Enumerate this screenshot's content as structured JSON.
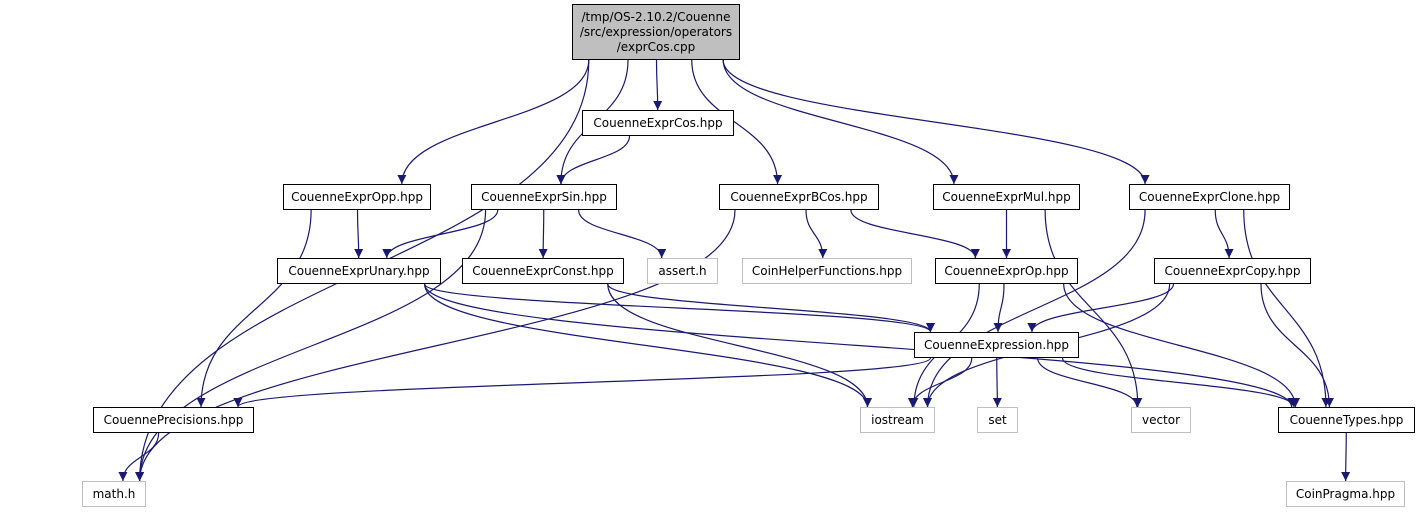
{
  "colors": {
    "edge": "#191970",
    "root_fill": "#bfbfbf",
    "node_border": "#000000",
    "external_border": "#bfbfbf",
    "background": "#ffffff"
  },
  "nodes": {
    "root": {
      "label": "/tmp/OS-2.10.2/Couenne\n/src/expression/operators\n/exprCos.cpp"
    },
    "exprcos_hpp": {
      "label": "CouenneExprCos.hpp"
    },
    "expropp_hpp": {
      "label": "CouenneExprOpp.hpp"
    },
    "exprsin_hpp": {
      "label": "CouenneExprSin.hpp"
    },
    "exprbcos_hpp": {
      "label": "CouenneExprBCos.hpp"
    },
    "exprmul_hpp": {
      "label": "CouenneExprMul.hpp"
    },
    "exprclone_hpp": {
      "label": "CouenneExprClone.hpp"
    },
    "exprunary_hpp": {
      "label": "CouenneExprUnary.hpp"
    },
    "exprconst_hpp": {
      "label": "CouenneExprConst.hpp"
    },
    "assert_h": {
      "label": "assert.h"
    },
    "coinhelper_hpp": {
      "label": "CoinHelperFunctions.hpp"
    },
    "exprop_hpp": {
      "label": "CouenneExprOp.hpp"
    },
    "exprcopy_hpp": {
      "label": "CouenneExprCopy.hpp"
    },
    "expression_hpp": {
      "label": "CouenneExpression.hpp"
    },
    "precisions_hpp": {
      "label": "CouennePrecisions.hpp"
    },
    "iostream": {
      "label": "iostream"
    },
    "set": {
      "label": "set"
    },
    "vector": {
      "label": "vector"
    },
    "types_hpp": {
      "label": "CouenneTypes.hpp"
    },
    "math_h": {
      "label": "math.h"
    },
    "coinpragma_hpp": {
      "label": "CoinPragma.hpp"
    }
  },
  "edges": [
    [
      "root",
      "math_h"
    ],
    [
      "root",
      "expropp_hpp"
    ],
    [
      "root",
      "exprsin_hpp"
    ],
    [
      "root",
      "exprcos_hpp"
    ],
    [
      "root",
      "exprbcos_hpp"
    ],
    [
      "root",
      "exprmul_hpp"
    ],
    [
      "root",
      "exprclone_hpp"
    ],
    [
      "exprcos_hpp",
      "exprsin_hpp"
    ],
    [
      "expropp_hpp",
      "exprunary_hpp"
    ],
    [
      "expropp_hpp",
      "precisions_hpp"
    ],
    [
      "exprsin_hpp",
      "exprunary_hpp"
    ],
    [
      "exprsin_hpp",
      "exprconst_hpp"
    ],
    [
      "exprsin_hpp",
      "assert_h"
    ],
    [
      "exprsin_hpp",
      "math_h"
    ],
    [
      "exprbcos_hpp",
      "coinhelper_hpp"
    ],
    [
      "exprbcos_hpp",
      "exprop_hpp"
    ],
    [
      "exprbcos_hpp",
      "math_h"
    ],
    [
      "exprmul_hpp",
      "exprop_hpp"
    ],
    [
      "exprmul_hpp",
      "vector"
    ],
    [
      "exprclone_hpp",
      "exprcopy_hpp"
    ],
    [
      "exprclone_hpp",
      "iostream"
    ],
    [
      "exprclone_hpp",
      "types_hpp"
    ],
    [
      "exprunary_hpp",
      "iostream"
    ],
    [
      "exprunary_hpp",
      "expression_hpp"
    ],
    [
      "exprunary_hpp",
      "types_hpp"
    ],
    [
      "exprconst_hpp",
      "expression_hpp"
    ],
    [
      "exprconst_hpp",
      "iostream"
    ],
    [
      "exprop_hpp",
      "expression_hpp"
    ],
    [
      "exprop_hpp",
      "iostream"
    ],
    [
      "exprop_hpp",
      "types_hpp"
    ],
    [
      "exprcopy_hpp",
      "expression_hpp"
    ],
    [
      "exprcopy_hpp",
      "iostream"
    ],
    [
      "exprcopy_hpp",
      "types_hpp"
    ],
    [
      "expression_hpp",
      "precisions_hpp"
    ],
    [
      "expression_hpp",
      "iostream"
    ],
    [
      "expression_hpp",
      "set"
    ],
    [
      "expression_hpp",
      "vector"
    ],
    [
      "expression_hpp",
      "types_hpp"
    ],
    [
      "precisions_hpp",
      "math_h"
    ],
    [
      "types_hpp",
      "coinpragma_hpp"
    ]
  ]
}
